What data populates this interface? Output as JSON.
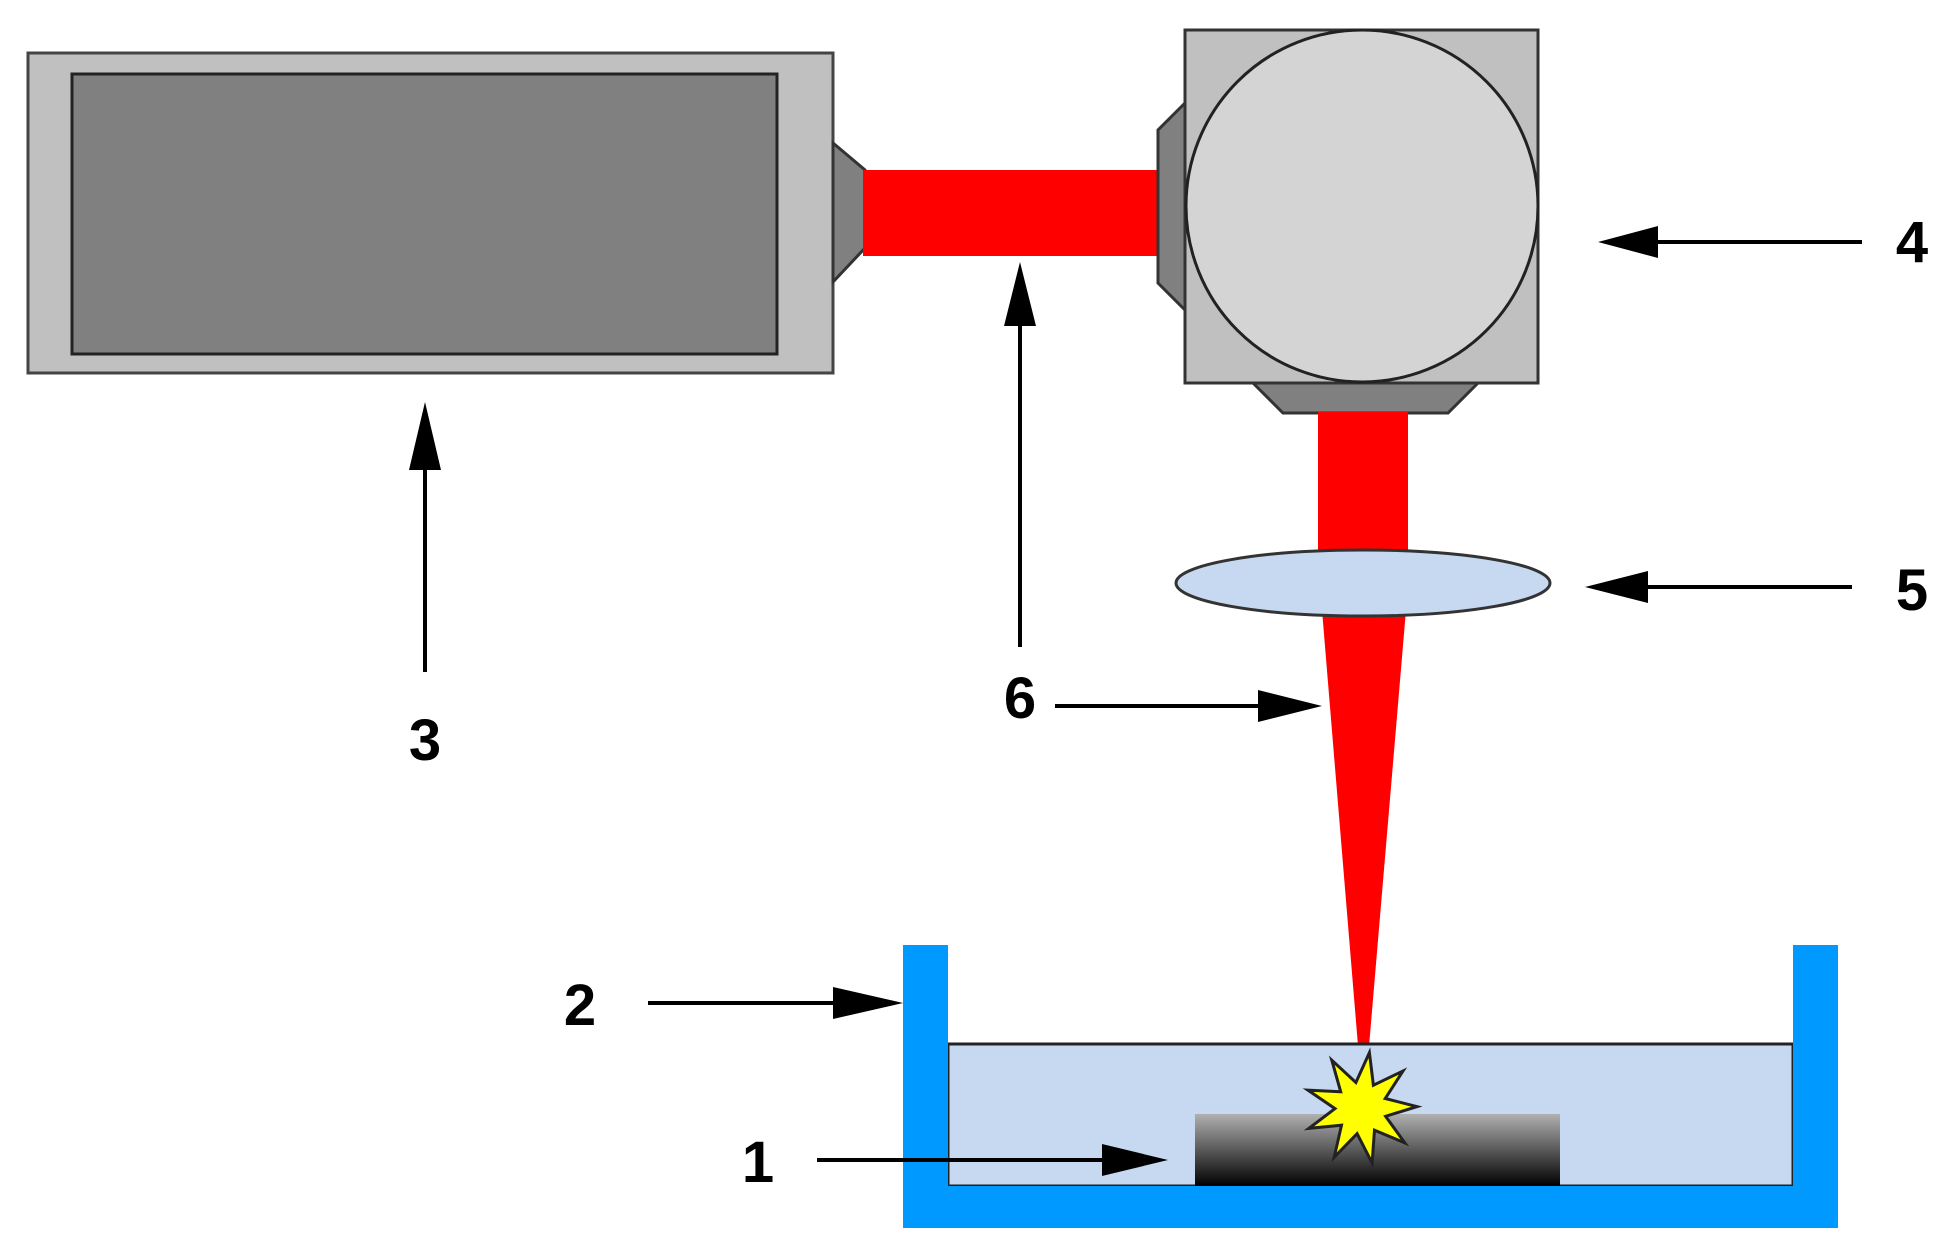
{
  "labels": {
    "sample": "1",
    "vessel": "2",
    "laser": "3",
    "mirror": "4",
    "lens": "5",
    "beam_horizontal": "6"
  },
  "colors": {
    "laser_beam": "#ff0000",
    "liquid": "#c6d9f1",
    "vessel": "#0099ff",
    "laser_body": "#c0c0c0",
    "laser_panel": "#808080",
    "mirror_housing": "#c0c0c0",
    "lens": "#c6d9f1",
    "spark": "#ffff00"
  },
  "icons": {
    "spark": "star-burst-icon"
  }
}
